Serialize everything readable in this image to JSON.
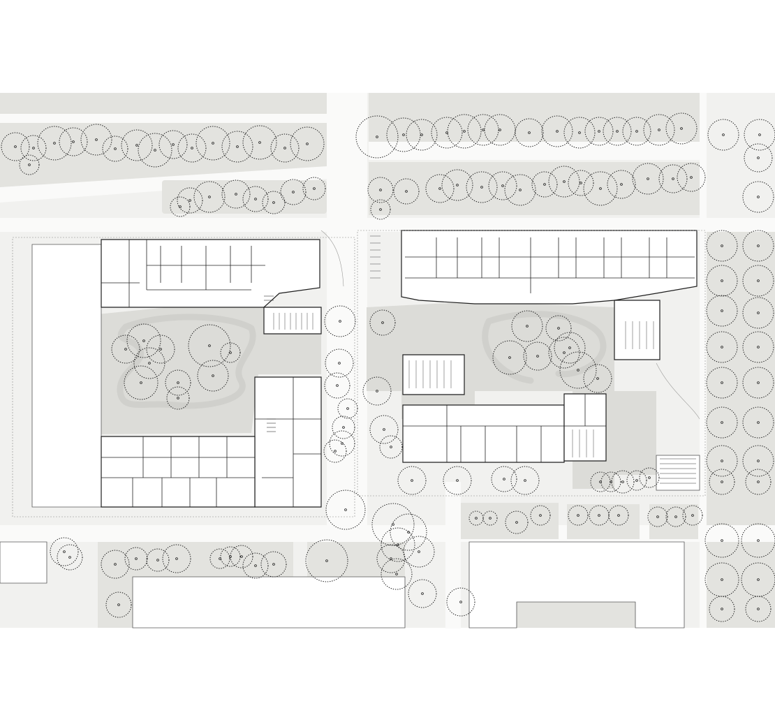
{
  "drawing": {
    "type": "site-plan",
    "style": "black-and-white architectural ground floor plan",
    "annotations": []
  },
  "colors": {
    "paper": "#ffffff",
    "ground": "#f1f1ef",
    "green_area": "#e3e3df",
    "courtyard": "#dcdcd8",
    "building_fill": "#ffffff",
    "linework": "#1e1e1e"
  },
  "legend": {
    "tree_symbol": "tree-canopy-icon",
    "building_symbol": "building-footprint"
  }
}
